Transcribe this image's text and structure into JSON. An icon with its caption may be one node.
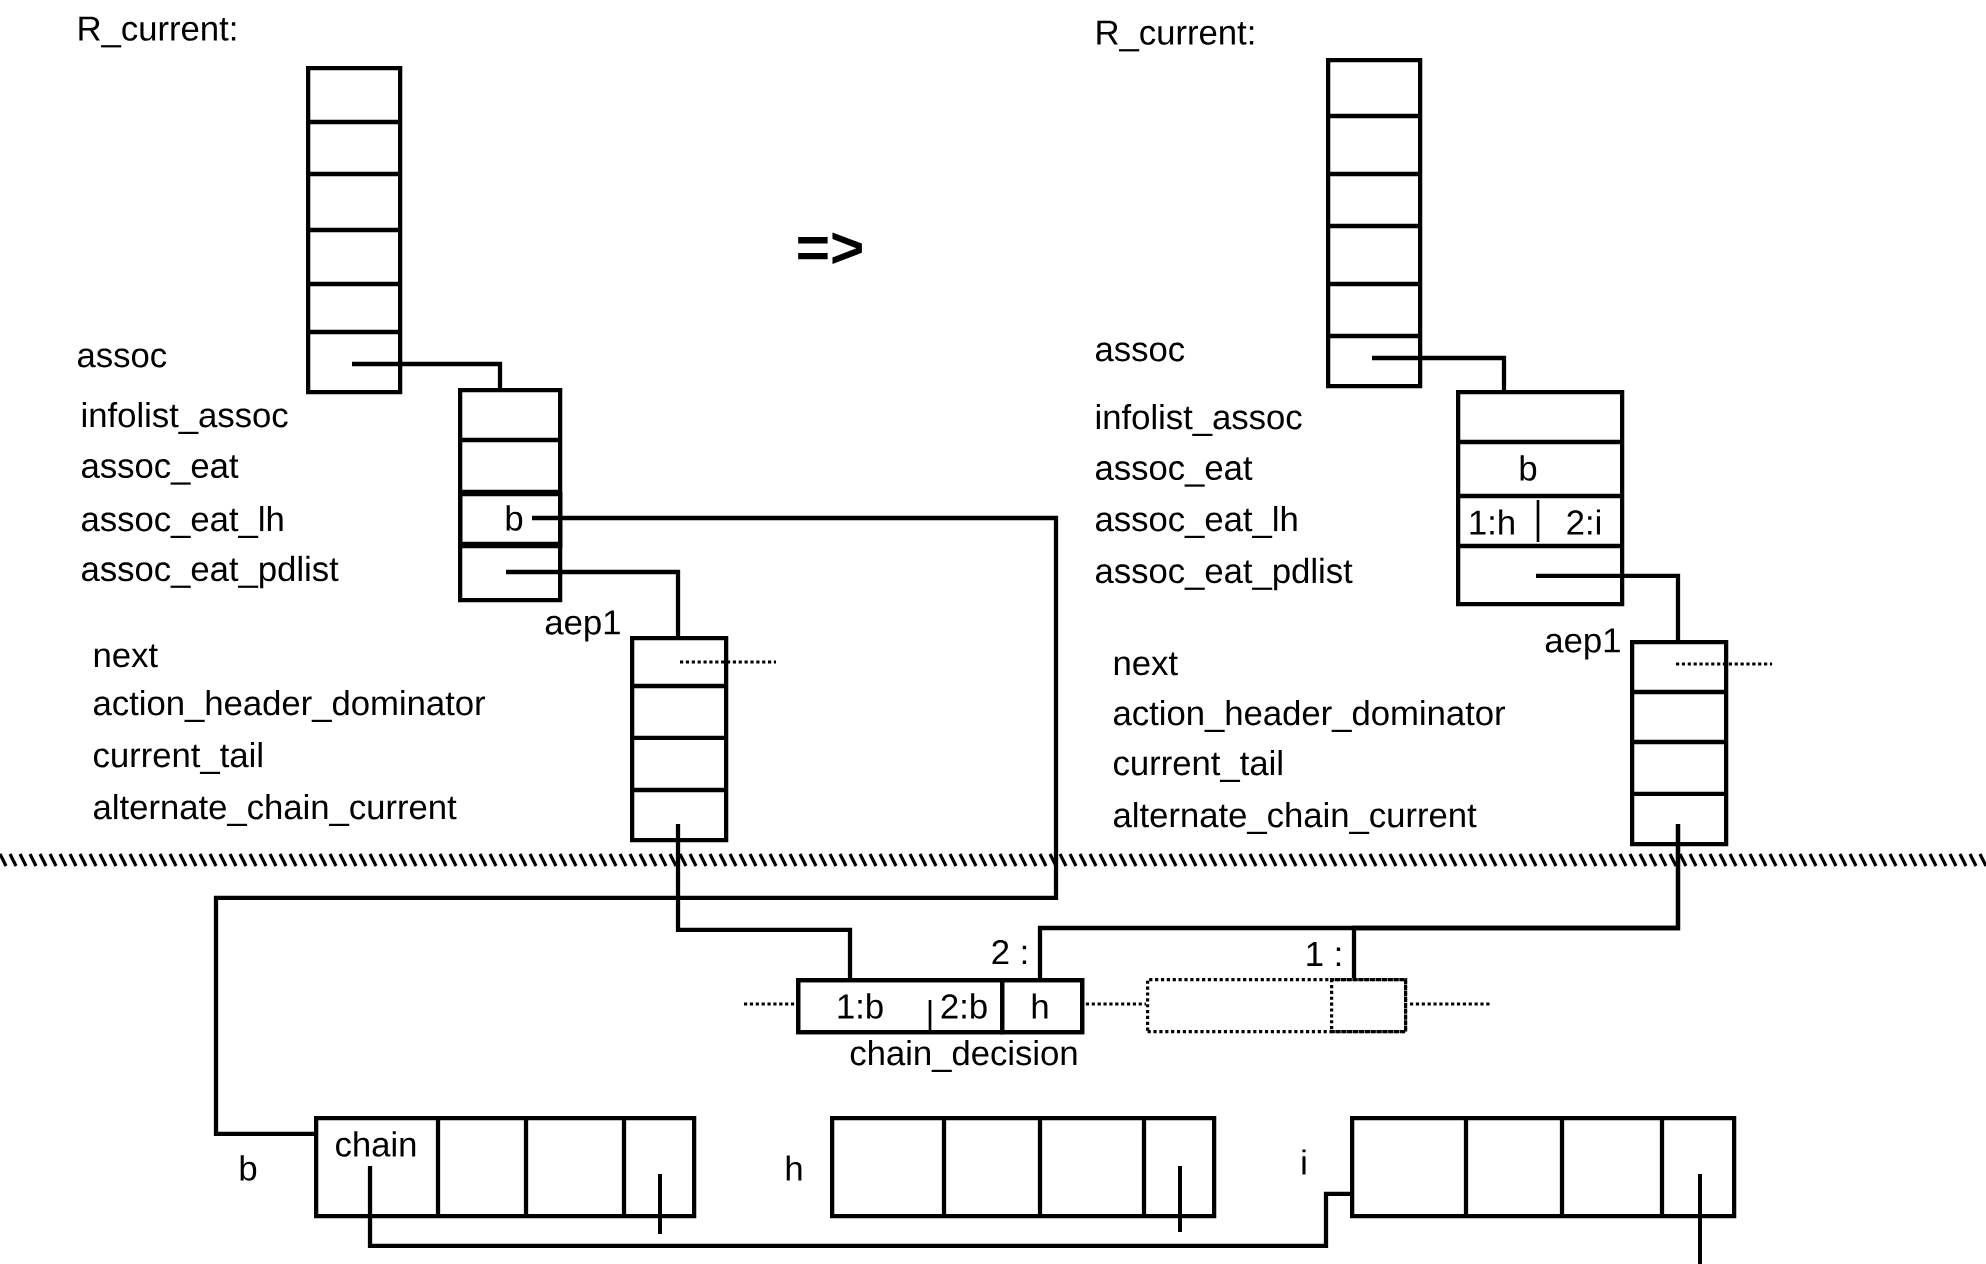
{
  "diagram": {
    "nodes": [
      {
        "text": [
          "R_current:"
        ]
      },
      {
        "text": [],
        "shape": "box"
      },
      {
        "text": [
          "b"
        ],
        "in": 1
      },
      {
        "text": [
          "aep1"
        ]
      },
      {
        "text": [
          "R_current:"
        ]
      },
      {
        "text": [
          "b",
          "1:h",
          "2:i"
        ]
      },
      {
        "text": [
          "aep1"
        ]
      },
      {
        "text": [],
        "shape": "box",
        "beside": [
          "chain_decision"
        ]
      },
      {
        "text": [
          "1:b",
          "2:b"
        ],
        "in": 7
      },
      {
        "text": [
          "h"
        ],
        "in": 7
      },
      {
        "text": [],
        "shape": "box"
      },
      {
        "text": [],
        "shape": "box",
        "in": 10
      },
      {
        "text": [
          "chain"
        ],
        "beside": [
          "b"
        ]
      },
      {
        "text": [],
        "shape": "box",
        "beside": [
          "h"
        ]
      },
      {
        "text": [],
        "shape": "box",
        "beside": [
          "i"
        ]
      }
    ],
    "edges": [
      {
        "from": 0,
        "to": 1,
        "arrow": "none"
      },
      {
        "from": 2,
        "to": 12,
        "arrow": "none"
      },
      {
        "from": 1,
        "to": 3,
        "arrow": "none"
      },
      {
        "from": 3,
        "to": 8,
        "arrow": "none"
      },
      {
        "from": 4,
        "to": 5,
        "arrow": "none"
      },
      {
        "from": 5,
        "to": 6,
        "arrow": "none"
      },
      {
        "from": 6,
        "to": 9,
        "arrow": "none",
        "label": "2 :"
      },
      {
        "from": 6,
        "to": 11,
        "arrow": "none",
        "label": "1 :"
      },
      {
        "from": 9,
        "to": 10,
        "arrow": "none",
        "style": "dashed"
      },
      {
        "from": 12,
        "to": 14,
        "arrow": "none"
      }
    ],
    "labels": [
      "=>",
      "assoc",
      "infolist_assoc",
      "assoc_eat",
      "assoc_eat_lh",
      "assoc_eat_pdlist",
      "next",
      "action_header_dominator",
      "current_tail",
      "alternate_chain_current",
      "assoc",
      "infolist_assoc",
      "assoc_eat",
      "assoc_eat_lh",
      "assoc_eat_pdlist",
      "next",
      "action_header_dominator",
      "current_tail",
      "alternate_chain_current"
    ]
  }
}
